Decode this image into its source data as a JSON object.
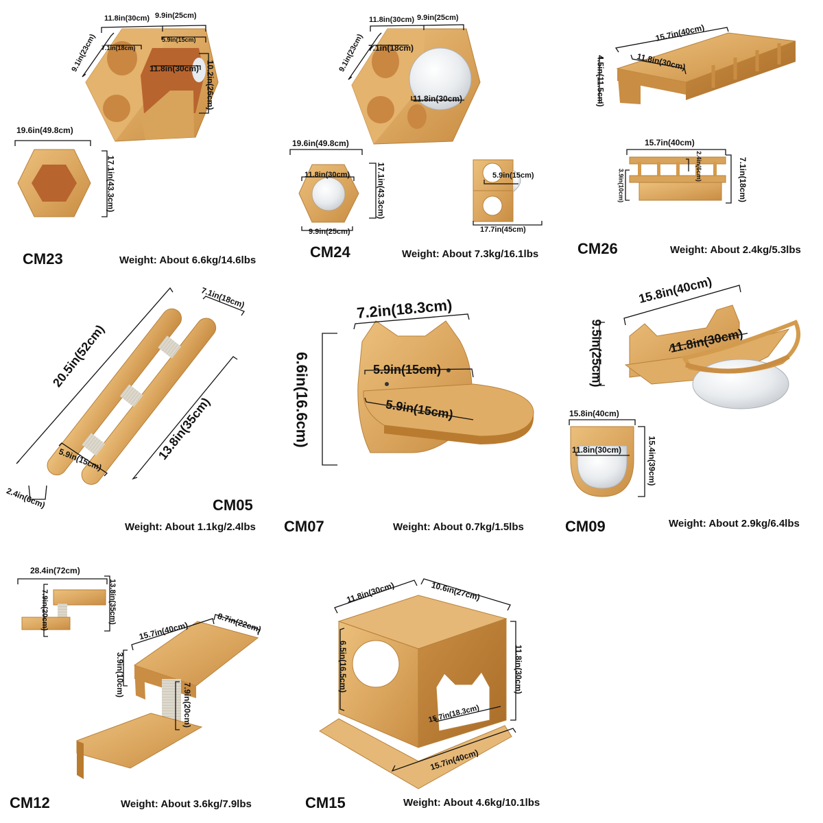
{
  "products": [
    {
      "id": "cm23",
      "code": "CM23",
      "weight": "Weight: About 6.6kg/14.6lbs",
      "dims": {
        "top_width_a": "11.8in(30cm)",
        "top_width_b": "9.9in(25cm)",
        "side": "9.1in(23cm)",
        "hole_small": "7.1in(18cm)",
        "hole_square": "5.9in(15cm)",
        "inner": "11.8in(30cm)",
        "height": "10.2in(26cm)",
        "face_width": "19.6in(49.8cm)",
        "face_height": "17.1in(43.3cm)"
      }
    },
    {
      "id": "cm24",
      "code": "CM24",
      "weight": "Weight: About 7.3kg/16.1lbs",
      "dims": {
        "top_width_a": "11.8in(30cm)",
        "top_width_b": "9.9in(25cm)",
        "side": "9.1in(23cm)",
        "hole": "7.1in(18cm)",
        "bowl": "11.8in(30cm)",
        "face_width": "19.6in(49.8cm)",
        "face_bowl": "11.8in(30cm)",
        "face_height": "17.1in(43.3cm)",
        "face_bottom": "9.9in(25cm)",
        "side_hole": "5.9in(15cm)",
        "side_width": "17.7in(45cm)"
      }
    },
    {
      "id": "cm26",
      "code": "CM26",
      "weight": "Weight: About 2.4kg/5.3lbs",
      "dims": {
        "length": "15.7in(40cm)",
        "depth": "11.8in(30cm)",
        "height": "4.5in(11.5cm)",
        "front_length": "15.7in(40cm)",
        "rail_gap": "2.4in(6cm)",
        "shelf_height": "3.9in(10cm)",
        "total_height": "7.1in(18cm)"
      }
    },
    {
      "id": "cm05",
      "code": "CM05",
      "weight": "Weight: About 1.1kg/2.4lbs",
      "dims": {
        "length": "20.5in(52cm)",
        "width": "7.1in(18cm)",
        "inner": "13.8in(35cm)",
        "step": "5.9in(15cm)",
        "thickness": "2.4in(6cm)"
      }
    },
    {
      "id": "cm07",
      "code": "CM07",
      "weight": "Weight: About 0.7kg/1.5lbs",
      "dims": {
        "width": "7.2in(18.3cm)",
        "height": "6.6in(16.6cm)",
        "back_width": "5.9in(15cm)",
        "seat_depth": "5.9in(15cm)"
      }
    },
    {
      "id": "cm09",
      "code": "CM09",
      "weight": "Weight: About 2.9kg/6.4lbs",
      "dims": {
        "length": "15.8in(40cm)",
        "height": "9.5in(25cm)",
        "bowl": "11.8in(30cm)",
        "front_length": "15.8in(40cm)",
        "front_bowl": "11.8in(30cm)",
        "front_height": "15.4in(39cm)"
      }
    },
    {
      "id": "cm12",
      "code": "CM12",
      "weight": "Weight: About 3.6kg/7.9lbs",
      "dims": {
        "total_width": "28.4in(72cm)",
        "post_small": "7.9in(20cm)",
        "total_height": "13.8in(35cm)",
        "top_length": "15.7in(40cm)",
        "top_depth": "8.7in(22cm)",
        "top_gap": "3.9in(10cm)",
        "post": "7.9in(20cm)"
      }
    },
    {
      "id": "cm15",
      "code": "CM15",
      "weight": "Weight: About 4.6kg/10.1lbs",
      "dims": {
        "width": "11.8in(30cm)",
        "depth": "10.6in(27cm)",
        "hole": "6.5in(16.5cm)",
        "height": "11.8in(30cm)",
        "cat_hole": "15.7in(18.3cm)",
        "base": "15.7in(40cm)"
      }
    }
  ],
  "colors": {
    "wood_light": "#e2b36c",
    "wood_mid": "#d39b4d",
    "wood_dark": "#b97b2f",
    "wood_inner": "#b8642e",
    "sisal": "#d9d4c8",
    "acrylic": "#eef0f2",
    "line": "#111111"
  }
}
